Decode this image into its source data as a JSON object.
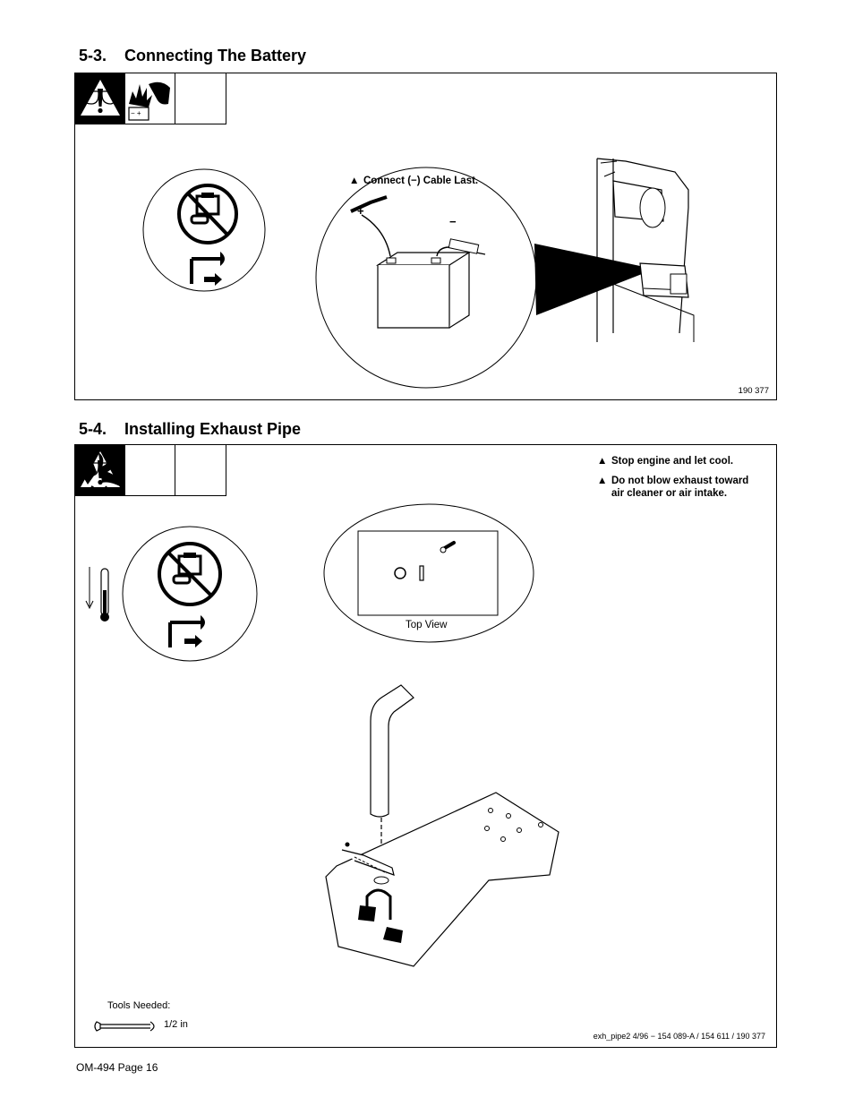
{
  "sections": [
    {
      "number": "5-3.",
      "title": "Connecting The Battery",
      "notes": [
        "Connect (−) Cable Last."
      ],
      "terminal_plus": "+",
      "terminal_minus": "−",
      "battery_symbol": "−  +",
      "figure_id": "190 377",
      "icons": [
        "warning-icon",
        "battery-explosion-icon",
        "face-shield-icon",
        "safety-glasses-icon",
        "no-engine-running-icon",
        "disconnect-icon"
      ]
    },
    {
      "number": "5-4.",
      "title": "Installing Exhaust Pipe",
      "notes": [
        "Stop engine and let cool.",
        "Do not blow exhaust toward",
        "air cleaner or air intake."
      ],
      "top_view_label": "Top View",
      "tools_label": "Tools Needed:",
      "tool_size": "1/2 in",
      "figure_id": "exh_pipe2 4/96 − 154 089-A / 154 611 / 190 377",
      "icons": [
        "warning-icon",
        "hot-parts-icon",
        "safety-glasses-icon",
        "cooldown-thermometer-icon",
        "no-engine-running-icon",
        "disconnect-icon",
        "wrench-icon"
      ]
    }
  ],
  "triangle_glyph": "▲",
  "footer": "OM-494 Page 16"
}
